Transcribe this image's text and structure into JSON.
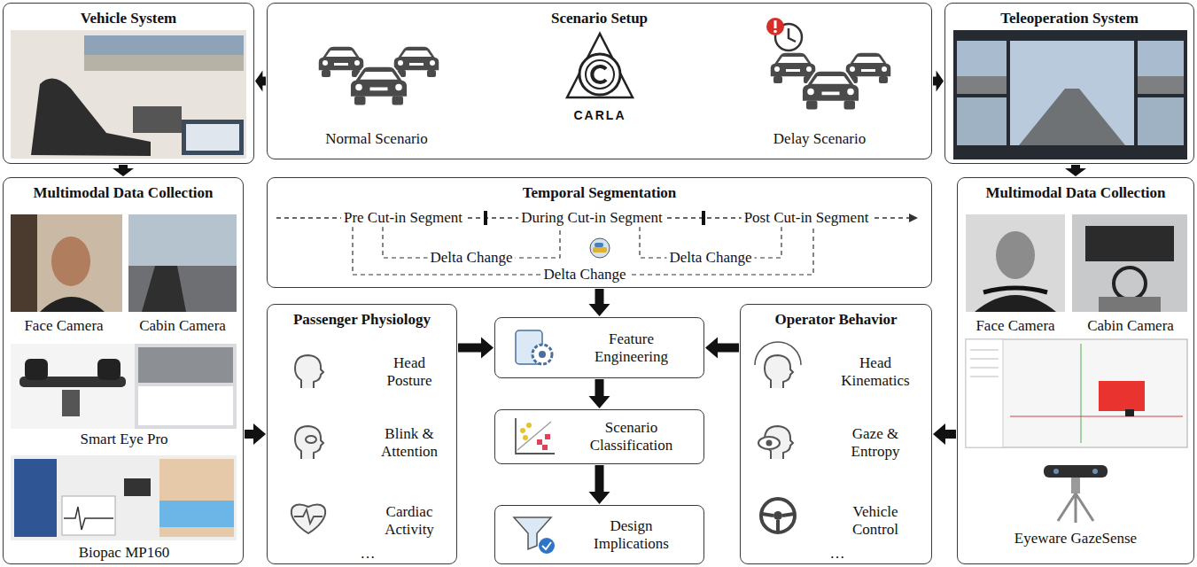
{
  "diagram": {
    "nodes": [
      {
        "text": [
          "Vehicle System"
        ]
      },
      {
        "text": [
          "Scenario Setup"
        ]
      },
      {
        "text": [
          "Teleoperation System"
        ]
      },
      {
        "text": [
          "Multimodal Data Collection"
        ]
      },
      {
        "text": [
          "Temporal Segmentation"
        ]
      },
      {
        "text": [
          "Multimodal Data Collection"
        ]
      },
      {
        "text": [
          "Passenger Physiology"
        ]
      },
      {
        "text": [
          "Feature Engineering"
        ]
      },
      {
        "text": [
          "Scenario Classification"
        ]
      },
      {
        "text": [
          "Design Implications"
        ]
      },
      {
        "text": [
          "Operator Behavior"
        ]
      }
    ],
    "edges": [
      {
        "from": 1,
        "to": 0,
        "arrow": "to"
      },
      {
        "from": 1,
        "to": 2,
        "arrow": "to"
      },
      {
        "from": 0,
        "to": 3,
        "arrow": "to"
      },
      {
        "from": 2,
        "to": 5,
        "arrow": "to"
      },
      {
        "from": 3,
        "to": 6,
        "arrow": "to"
      },
      {
        "from": 5,
        "to": 10,
        "arrow": "to"
      },
      {
        "from": 4,
        "to": 7,
        "arrow": "to"
      },
      {
        "from": 6,
        "to": 7,
        "arrow": "to"
      },
      {
        "from": 10,
        "to": 7,
        "arrow": "to"
      },
      {
        "from": 7,
        "to": 8,
        "arrow": "to"
      },
      {
        "from": 8,
        "to": 9,
        "arrow": "to"
      }
    ],
    "labels": [
      "Normal Scenario",
      "CARLA",
      "Delay Scenario",
      "Face Camera",
      "Cabin Camera",
      "Smart Eye Pro",
      "Biopac MP160",
      "Pre Cut-in Segment",
      "During Cut-in Segment",
      "Post Cut-in Segment",
      "Delta Change",
      "Delta Change",
      "Delta Change",
      "Head Posture",
      "Blink & Attention",
      "Cardiac Activity",
      "…",
      "Face Camera",
      "Cabin Camera",
      "Eyeware GazeSense",
      "Head Kinematics",
      "Gaze & Entropy",
      "Vehicle Control",
      "…"
    ]
  }
}
